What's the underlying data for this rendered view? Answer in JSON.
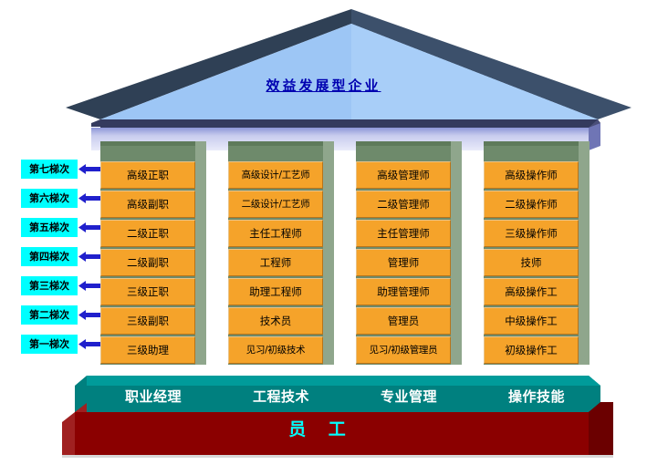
{
  "diagram": {
    "roof_title": "效益发展型企业",
    "colors": {
      "roof_face": "#9DC6F5",
      "roof_edge": "#3C506B",
      "entablature_top": "#343A5E",
      "entablature_face": "#D3D6F2",
      "column": "#6E8A6B",
      "cell": "#F5A32A",
      "tier_box": "#00FFFF",
      "arrow": "#2020CC",
      "platform": "#008080",
      "plinth": "#8B0000",
      "title_text": "#0000B0",
      "base_text": "#00FFFF"
    }
  },
  "tiers": [
    {
      "label": "第七梯次"
    },
    {
      "label": "第六梯次"
    },
    {
      "label": "第五梯次"
    },
    {
      "label": "第四梯次"
    },
    {
      "label": "第三梯次"
    },
    {
      "label": "第二梯次"
    },
    {
      "label": "第一梯次"
    }
  ],
  "columns": [
    {
      "category": "职业经理",
      "cells": [
        "高级正职",
        "高级副职",
        "二级正职",
        "二级副职",
        "三级正职",
        "三级副职",
        "三级助理"
      ]
    },
    {
      "category": "工程技术",
      "cells": [
        "高级设计/工艺师",
        "二级设计/工艺师",
        "主任工程师",
        "工程师",
        "助理工程师",
        "技术员",
        "见习/初级技术"
      ]
    },
    {
      "category": "专业管理",
      "cells": [
        "高级管理师",
        "二级管理师",
        "主任管理师",
        "管理师",
        "助理管理师",
        "管理员",
        "见习/初级管理员"
      ]
    },
    {
      "category": "操作技能",
      "cells": [
        "高级操作师",
        "二级操作师",
        "三级操作师",
        "技师",
        "高级操作工",
        "中级操作工",
        "初级操作工"
      ]
    }
  ],
  "base": {
    "label": "员 工"
  }
}
